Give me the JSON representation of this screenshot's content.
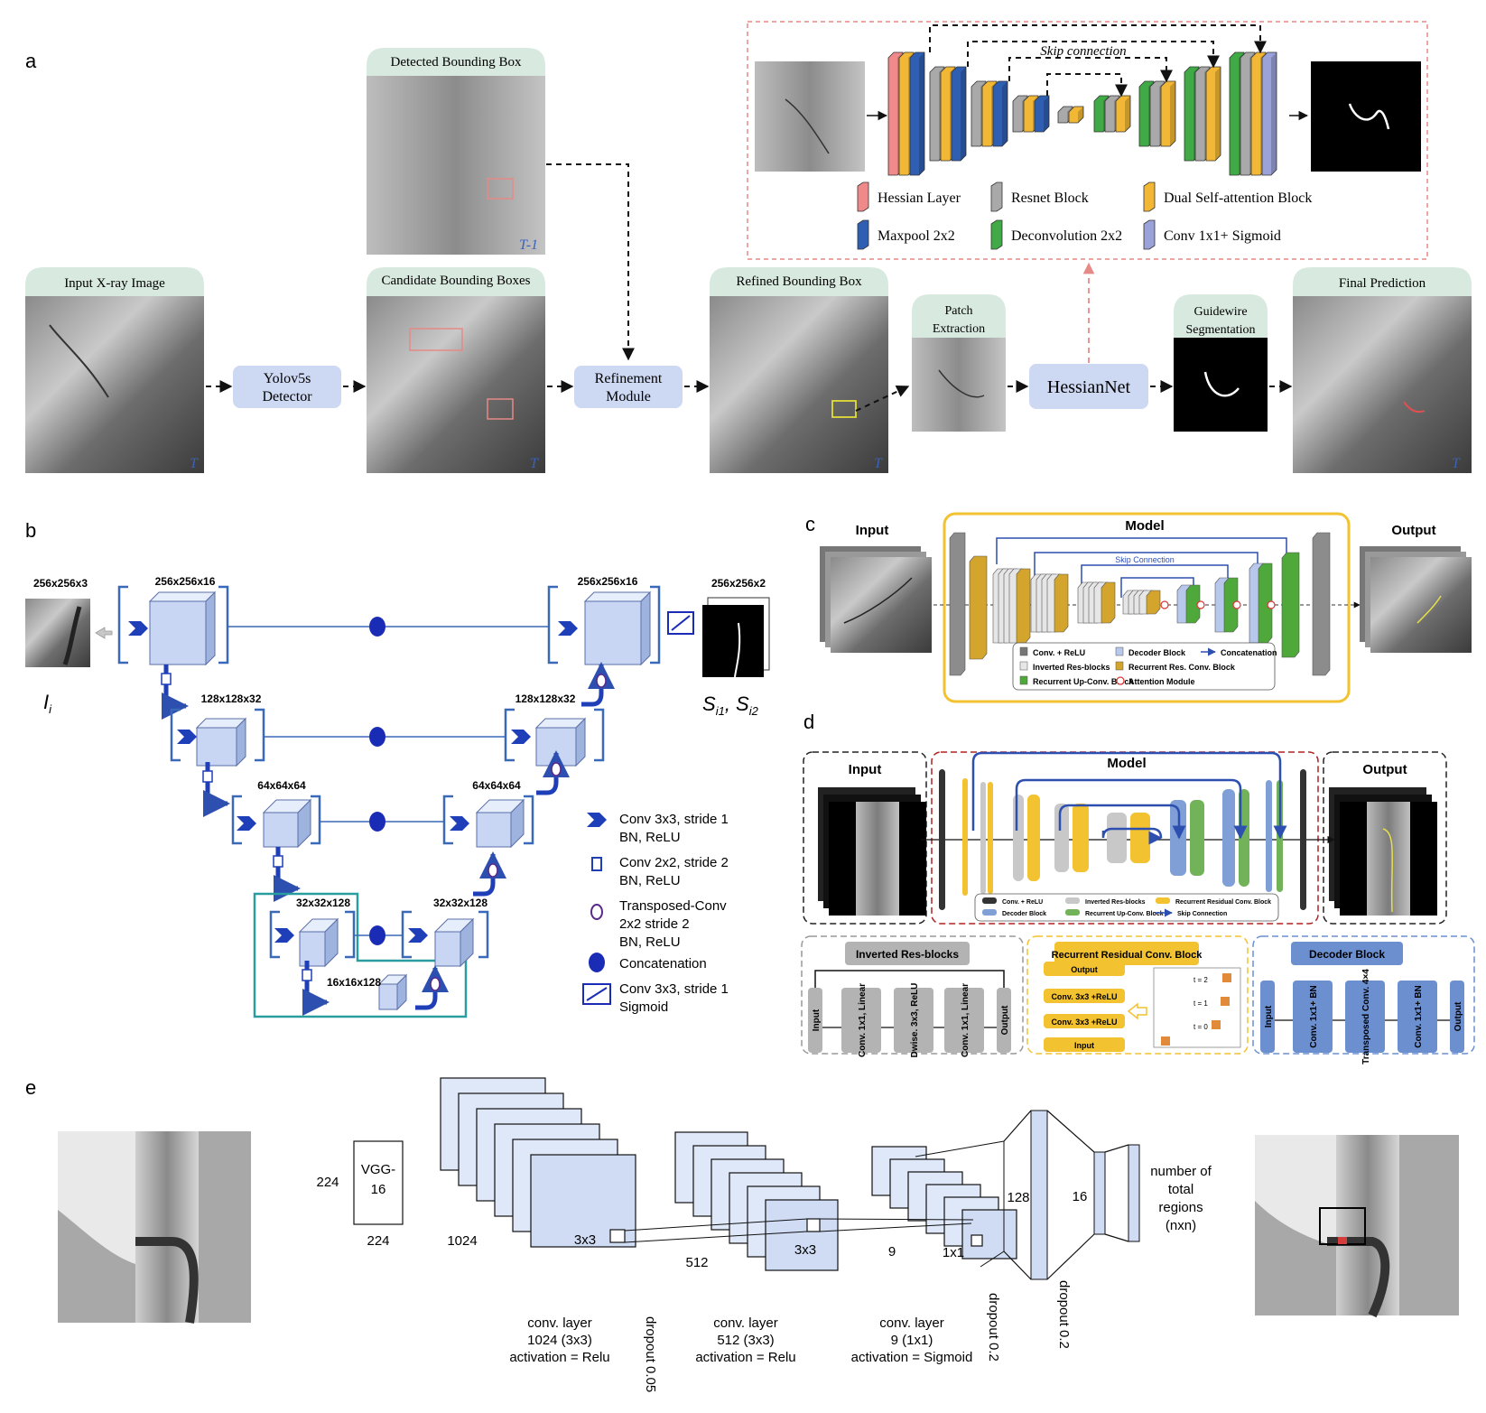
{
  "panels": {
    "a": "a",
    "b": "b",
    "c": "c",
    "d": "d",
    "e": "e"
  },
  "a": {
    "img_input_title": "Input X-ray Image",
    "img_input_tag": "T",
    "yolo": [
      "Yolov5s",
      "Detector"
    ],
    "cand_title": "Candidate Bounding Boxes",
    "cand_tag": "T",
    "det_title": "Detected Bounding Box",
    "det_tag": "T-1",
    "refine": [
      "Refinement",
      "Module"
    ],
    "refined_title": "Refined Bounding Box",
    "refined_tag": "T",
    "patch_title": [
      "Patch",
      "Extraction"
    ],
    "hessiannet": "HessianNet",
    "seg_title": [
      "Guidewire",
      "Segmentation"
    ],
    "final_title": "Final Prediction",
    "final_tag": "T",
    "skip": "Skip connection",
    "legend": [
      "Hessian Layer",
      "Resnet Block",
      "Dual Self-attention Block",
      "Maxpool 2x2",
      "Deconvolution 2x2",
      "Conv 1x1+ Sigmoid"
    ],
    "legend_colors": [
      "#f08a8a",
      "#a9a9a9",
      "#f2b734",
      "#2f5fb3",
      "#3faa46",
      "#9aa2d9"
    ]
  },
  "b": {
    "input_size": "256x256x3",
    "input_sym": "I",
    "input_sub": "i",
    "out_size": "256x256x2",
    "out_sym": [
      "S",
      "i1",
      ", S",
      "i2"
    ],
    "levels": [
      [
        "256x256x16",
        "256x256x16"
      ],
      [
        "128x128x32",
        "128x128x32"
      ],
      [
        "64x64x64",
        "64x64x64"
      ],
      [
        "32x32x128",
        "32x32x128"
      ]
    ],
    "bottleneck": "16x16x128",
    "legend": [
      [
        "Conv 3x3, stride 1",
        "BN, ReLU"
      ],
      [
        "Conv 2x2, stride 2",
        "BN, ReLU"
      ],
      [
        "Transposed-Conv",
        "2x2 stride 2",
        "BN, ReLU"
      ],
      [
        "Concatenation"
      ],
      [
        "Conv 3x3, stride 1",
        "Sigmoid"
      ]
    ]
  },
  "c": {
    "input": "Input",
    "model": "Model",
    "output": "Output",
    "skip": "Skip Connection",
    "legend": [
      "Conv. + ReLU",
      "Decoder Block",
      "Concatenation",
      "Inverted Res-blocks",
      "Recurrent Res. Conv. Block",
      "Recurrent Up-Conv. Block",
      "Attention Module"
    ]
  },
  "d": {
    "input": "Input",
    "model": "Model",
    "output": "Output",
    "legend": [
      "Conv. + ReLU",
      "Inverted Res-blocks",
      "Recurrent Residual Conv. Block",
      "Decoder Block",
      "Recurrent Up-Conv. Block",
      "Skip Connection"
    ],
    "irb_title": "Inverted Res-blocks",
    "irb_items": [
      "Input",
      "Conv. 1x1, Linear",
      "Dwise. 3x3, ReLU",
      "Conv. 1x1, Linear",
      "Output"
    ],
    "rrc_title": "Recurrent Residual Conv. Block",
    "rrc_items": [
      "Output",
      "Conv. 3x3 +ReLU",
      "Conv. 3x3 +ReLU",
      "Input"
    ],
    "rrc_t": [
      "t = 2",
      "t = 1",
      "t = 0"
    ],
    "dec_title": "Decoder Block",
    "dec_items": [
      "Input",
      "Conv. 1x1+ BN",
      "Transposed Conv. 4×4",
      "Conv. 1x1+ BN",
      "Output"
    ]
  },
  "e": {
    "vgg": [
      "VGG-",
      "16"
    ],
    "dim": "224",
    "c1_depth": "1024",
    "c1_k": "3x3",
    "c2_depth": "512",
    "c2_k": "3x3",
    "c3_depth": "9",
    "c3_k": "1x1",
    "fc1": "128",
    "fc2": "16",
    "out_lines": [
      "number of",
      "total",
      "regions",
      "(nxn)"
    ],
    "cap1": [
      "conv. layer",
      "1024 (3x3)",
      "activation = Relu"
    ],
    "cap2": [
      "conv. layer",
      "512 (3x3)",
      "activation = Relu"
    ],
    "cap3": [
      "conv. layer",
      "9 (1x1)",
      "activation = Sigmoid"
    ],
    "drop1": "dropout 0.05",
    "drop2": "dropout 0.2",
    "drop3": "dropout 0.2"
  }
}
